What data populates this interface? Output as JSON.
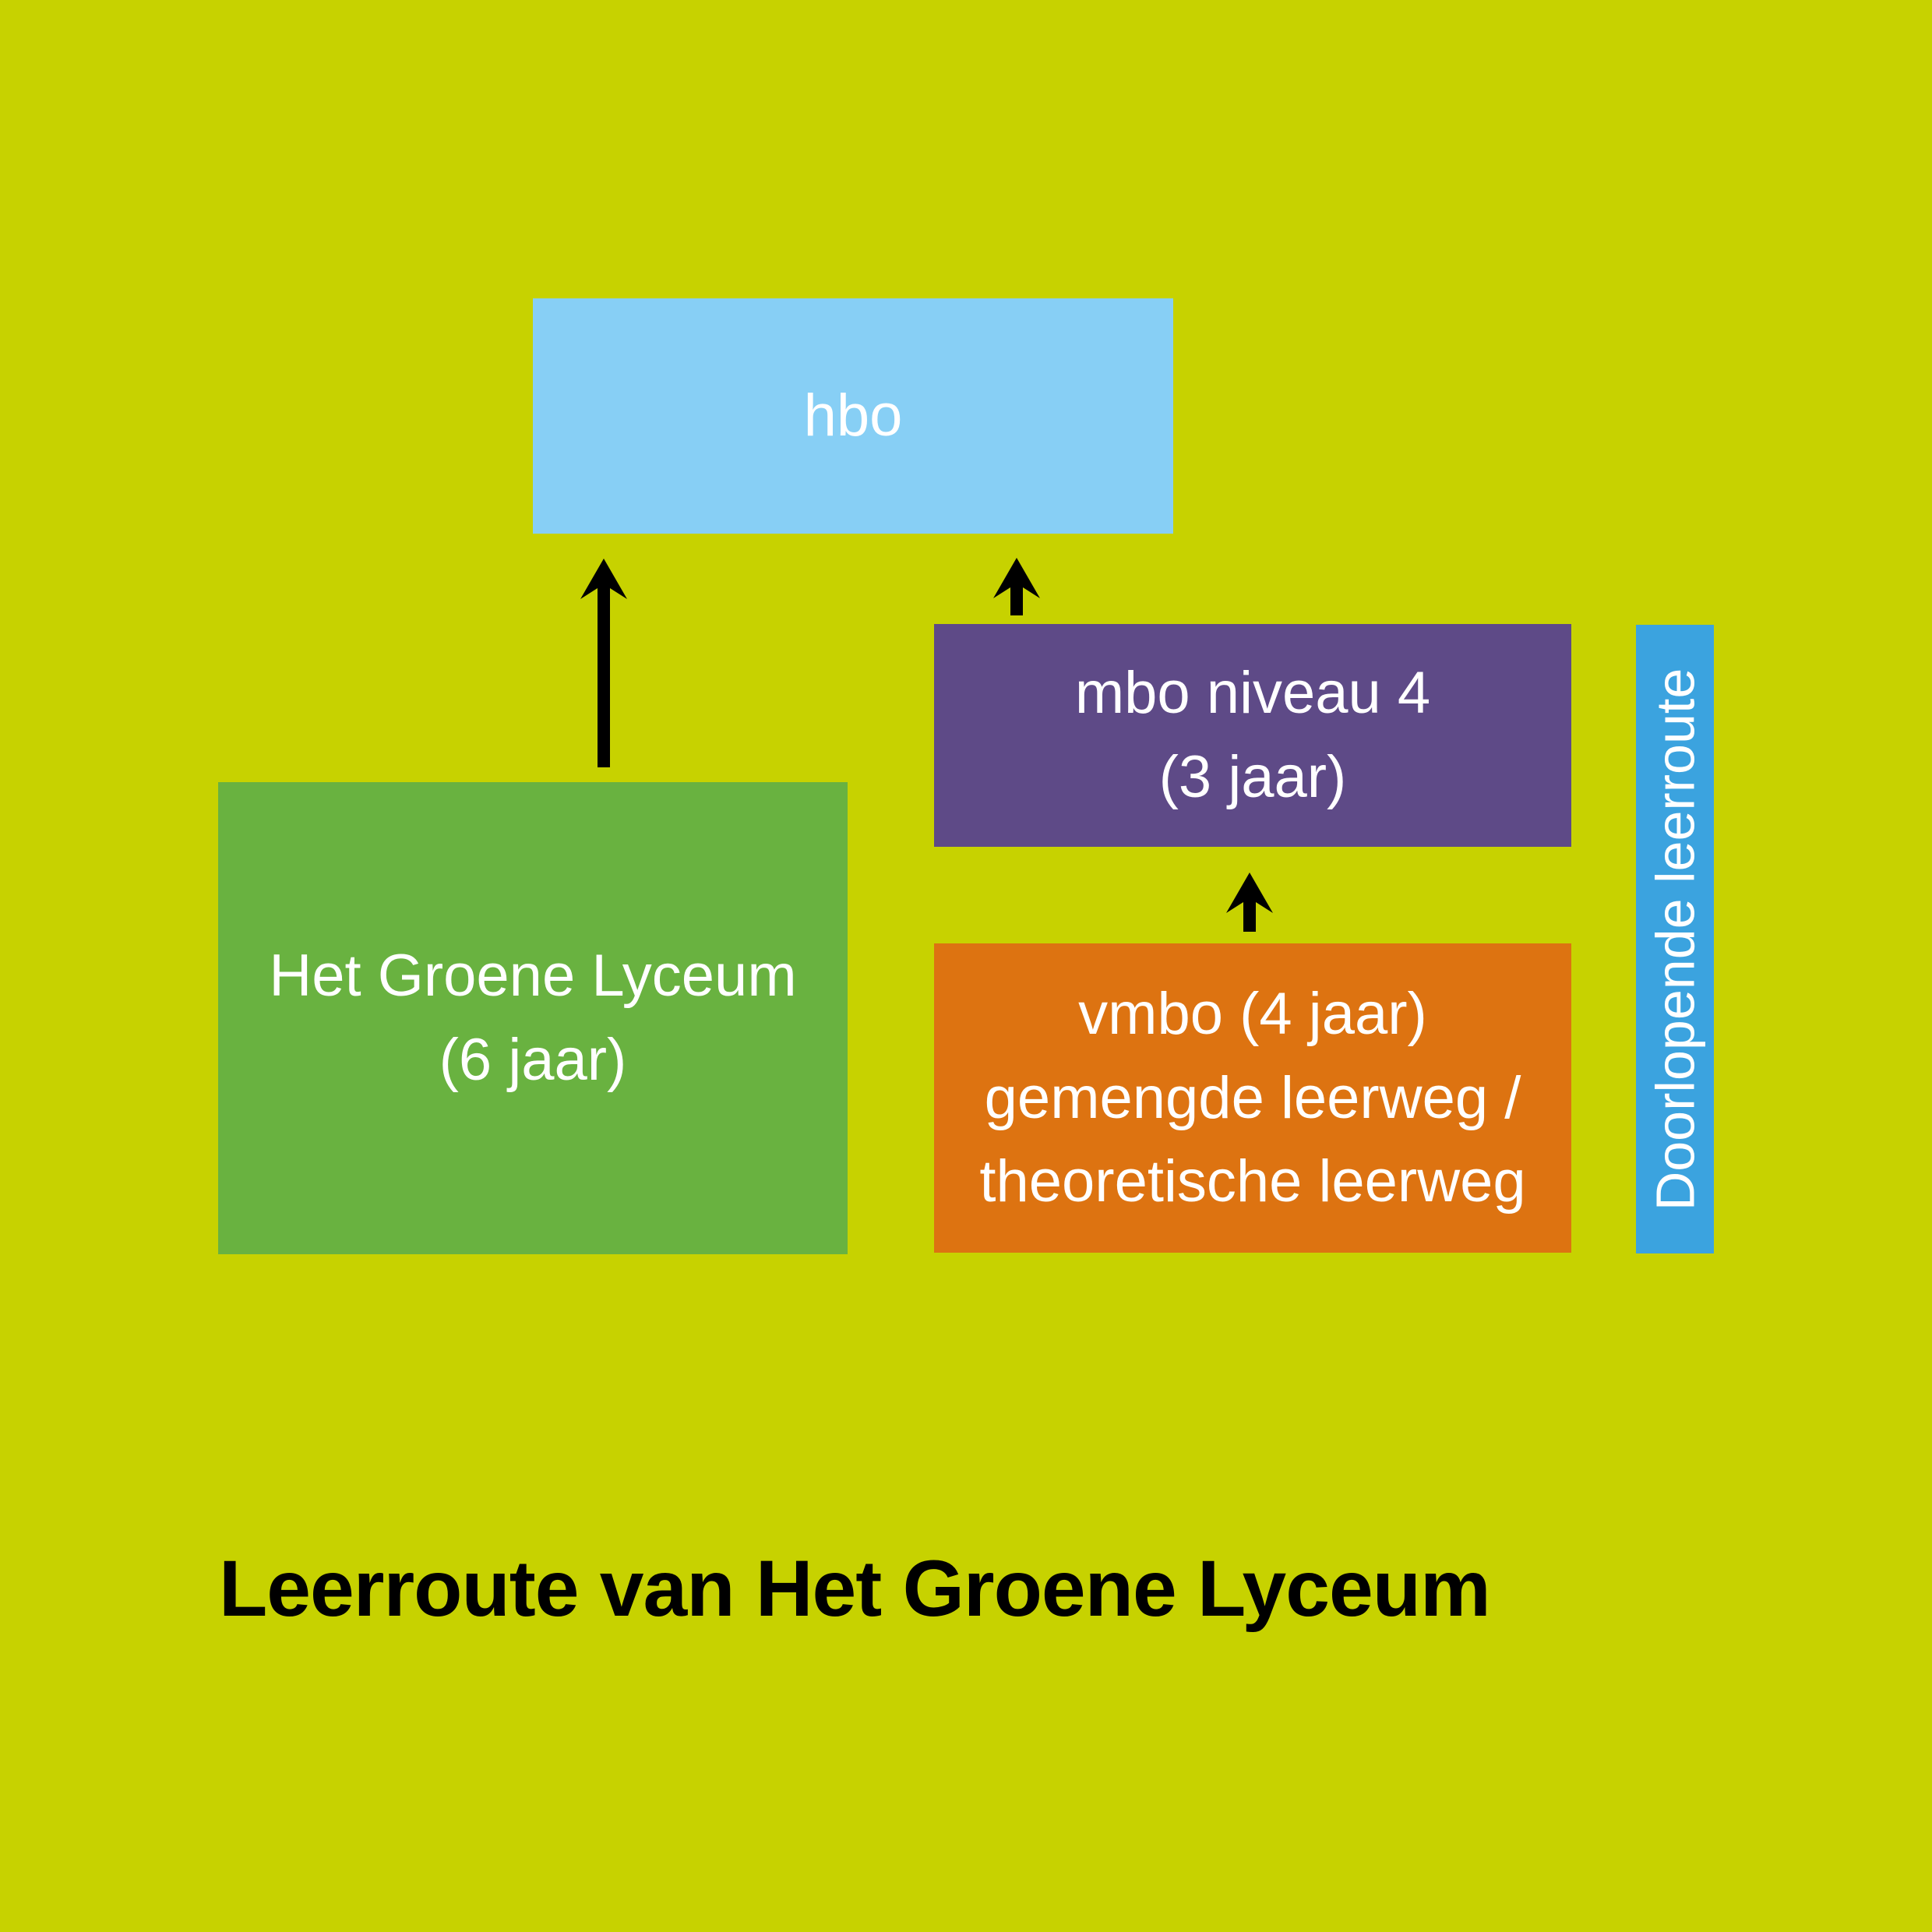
{
  "figure": {
    "title": "Leerroute van Het Groene Lyceum",
    "background_color": "#C7D200",
    "label_text_color": "#FFFFFF",
    "title_color": "#000000",
    "arrow_color": "#000000"
  },
  "nodes": {
    "hbo": {
      "lines": [
        "hbo"
      ],
      "color": "#87CFF5"
    },
    "het_groene_lyceum": {
      "lines": [
        "Het Groene Lyceum",
        "(6 jaar)"
      ],
      "color": "#69B240"
    },
    "mbo_niveau_4": {
      "lines": [
        "mbo niveau 4",
        "(3 jaar)"
      ],
      "color": "#5E4A87"
    },
    "vmbo_gl_tl": {
      "lines": [
        "vmbo (4 jaar)",
        "gemengde leerweg /",
        "theoretische leerweg"
      ],
      "color": "#DD7311"
    }
  },
  "sidebar": {
    "label": "Doorlopende leerroute",
    "color": "#3BA3DF"
  }
}
